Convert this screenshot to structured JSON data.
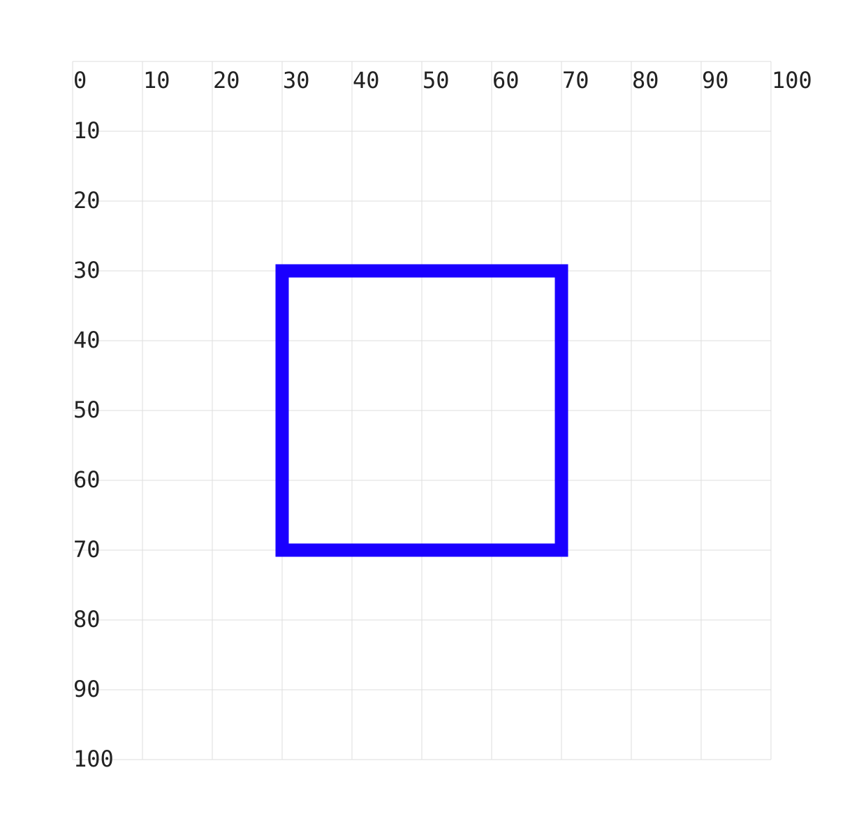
{
  "grid": {
    "x_ticks": [
      "0",
      "10",
      "20",
      "30",
      "40",
      "50",
      "60",
      "70",
      "80",
      "90",
      "100"
    ],
    "y_ticks": [
      "10",
      "20",
      "30",
      "40",
      "50",
      "60",
      "70",
      "80",
      "90",
      "100"
    ],
    "x_range": [
      0,
      100
    ],
    "y_range": [
      0,
      100
    ],
    "grid_visible": true,
    "grid_color": "#dedede",
    "label_color": "#222222"
  },
  "shapes": [
    {
      "kind": "rect",
      "x_from": 30,
      "x_to": 70,
      "y_from": 30,
      "y_to": 70,
      "stroke": "#1a00ff",
      "fill": "none"
    }
  ]
}
